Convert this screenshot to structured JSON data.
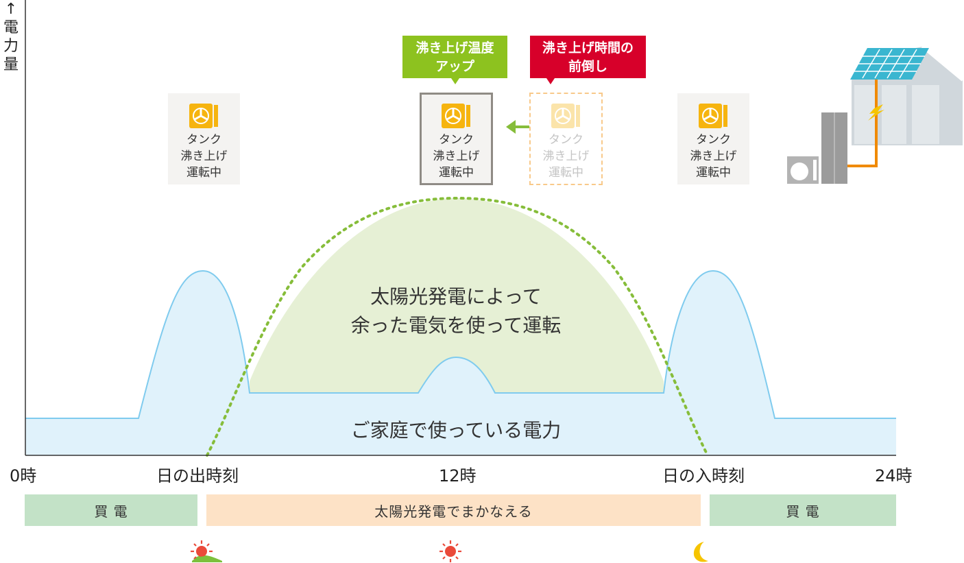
{
  "y_axis": {
    "label_chars": [
      "電",
      "力",
      "量"
    ],
    "arrow": "↑"
  },
  "x_axis": {
    "ticks": [
      {
        "label": "0時"
      },
      {
        "label": "日の出時刻"
      },
      {
        "label": "12時"
      },
      {
        "label": "日の入時刻"
      },
      {
        "label": "24時"
      }
    ]
  },
  "areas": {
    "solar_label_lines": [
      "太陽光発電によって",
      "余った電気を使って運転"
    ],
    "home_label": "ご家庭で使っている電力"
  },
  "callouts": {
    "temp_up": {
      "lines": [
        "沸き上げ温度",
        "アップ"
      ],
      "color": "#8dc21f"
    },
    "time_shift": {
      "lines": [
        "沸き上げ時間の",
        "前倒し"
      ],
      "color": "#d7002a"
    }
  },
  "tank_panels": [
    {
      "lines": [
        "タンク",
        "沸き上げ",
        "運転中"
      ],
      "state": "normal"
    },
    {
      "lines": [
        "タンク",
        "沸き上げ",
        "運転中"
      ],
      "state": "highlight"
    },
    {
      "lines": [
        "タンク",
        "沸き上げ",
        "運転中"
      ],
      "state": "ghost"
    },
    {
      "lines": [
        "タンク",
        "沸き上げ",
        "運転中"
      ],
      "state": "normal"
    }
  ],
  "bands": {
    "buy_left": "買 電",
    "solar": "太陽光発電でまかなえる",
    "buy_right": "買 電"
  },
  "colors": {
    "home_fill": "#e0f2fb",
    "home_line": "#7fcbee",
    "solar_fill": "#e6f0d5",
    "solar_line": "#86bd3a",
    "buy_band": "#c3e2c7",
    "solar_band": "#fde2c6",
    "tank_icon": "#f6b40f",
    "sun": "#ea4a3a",
    "moon": "#f6c400",
    "pipe": "#f08a00",
    "panel": "#3ab6d0"
  },
  "icons": [
    "sunrise-icon",
    "sun-icon",
    "moon-icon",
    "tank-icon",
    "house-solar-icon",
    "arrow-left-icon"
  ]
}
